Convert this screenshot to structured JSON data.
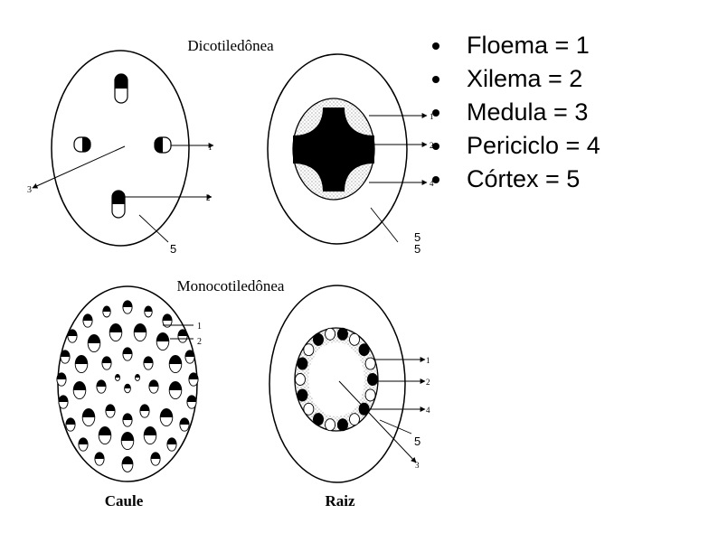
{
  "titles": {
    "dicot": "Dicotiledônea",
    "monocot": "Monocotiledônea",
    "stem": "Caule",
    "root": "Raiz"
  },
  "legend": [
    {
      "text": "Floema = 1"
    },
    {
      "text": "Xilema = 2"
    },
    {
      "text": "Medula = 3"
    },
    {
      "text": "Periciclo = 4"
    },
    {
      "text": "Córtex = 5"
    }
  ],
  "labels": {
    "one": "1",
    "two": "2",
    "three": "3",
    "four": "4",
    "five": "5"
  },
  "colors": {
    "ink": "#000000",
    "stipple": "#dcdcdc",
    "background": "#ffffff"
  }
}
